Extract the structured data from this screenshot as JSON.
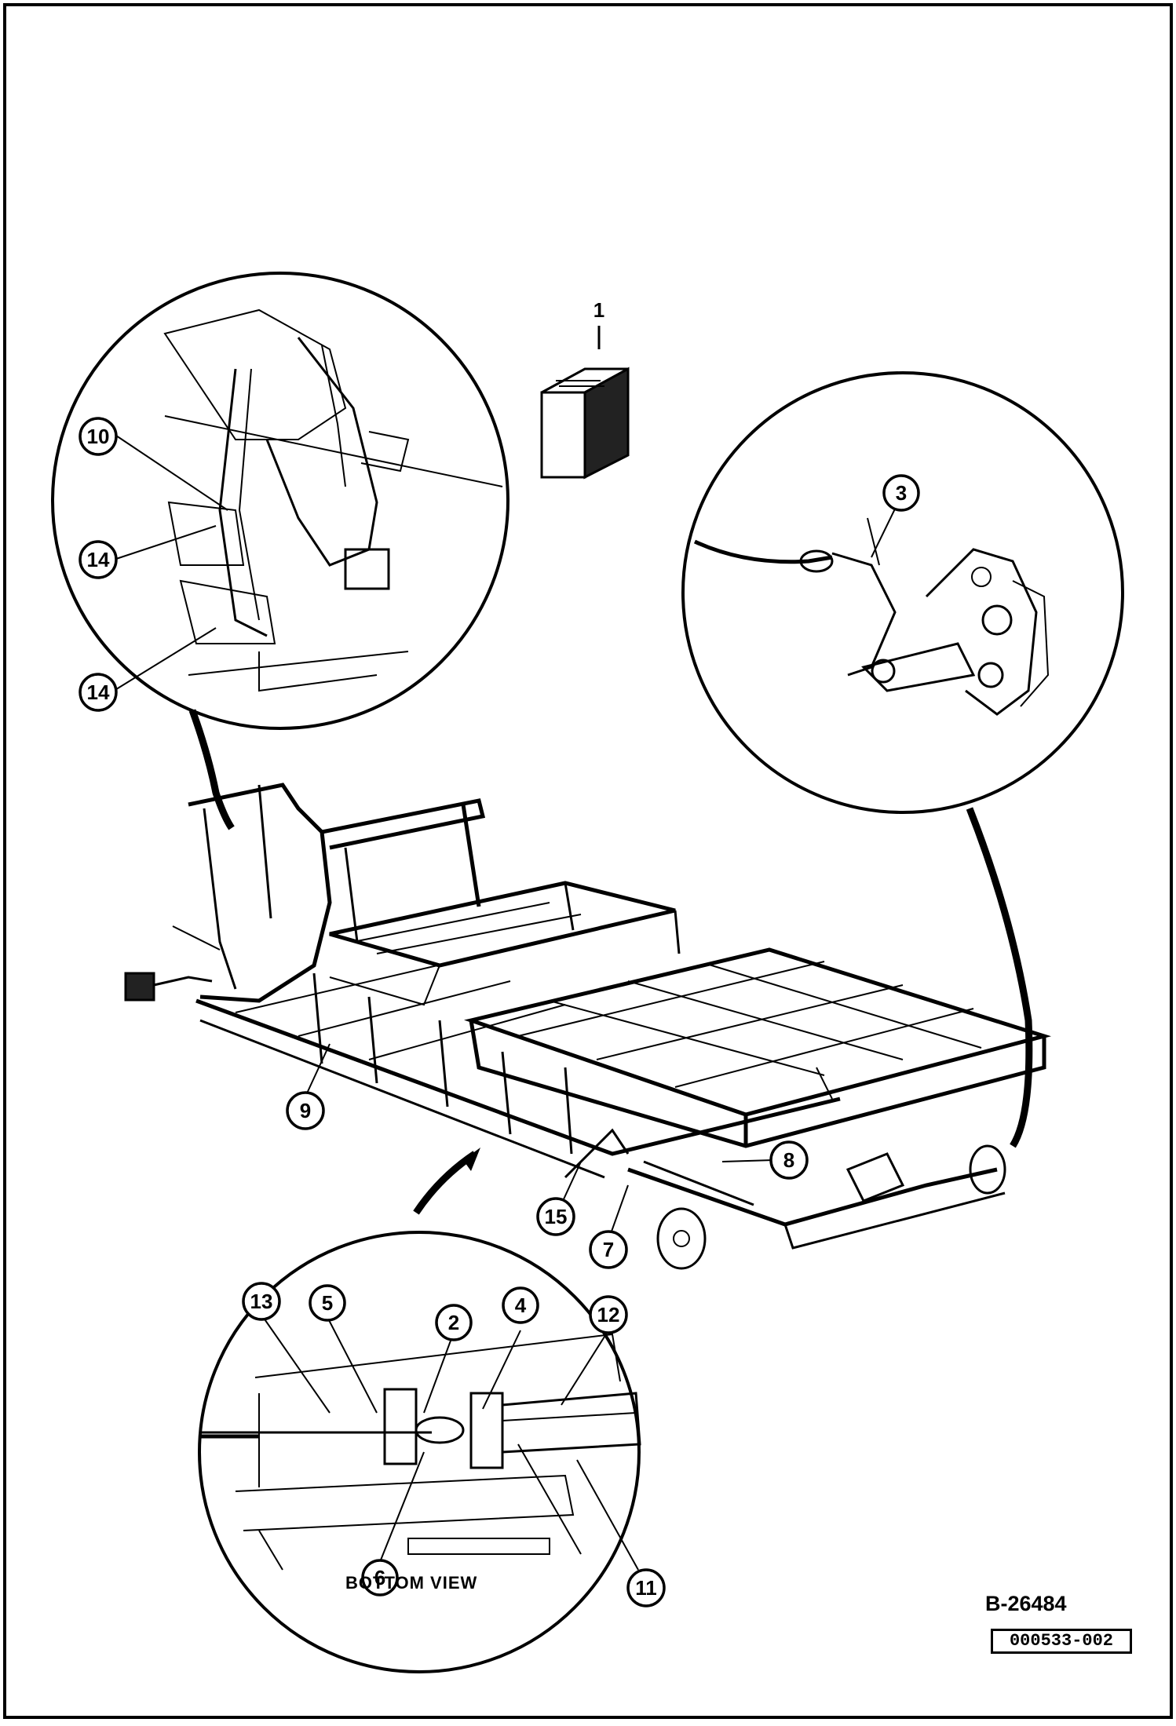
{
  "figure": {
    "id": "B-26484",
    "part_code": "000533-002",
    "bottom_view_label": "BOTTOM VIEW"
  },
  "callouts": [
    {
      "number": "1"
    },
    {
      "number": "2"
    },
    {
      "number": "3"
    },
    {
      "number": "4"
    },
    {
      "number": "5"
    },
    {
      "number": "6"
    },
    {
      "number": "7"
    },
    {
      "number": "8"
    },
    {
      "number": "9"
    },
    {
      "number": "10"
    },
    {
      "number": "11"
    },
    {
      "number": "12"
    },
    {
      "number": "13"
    },
    {
      "number": "14"
    },
    {
      "number": "14"
    },
    {
      "number": "15"
    }
  ],
  "colors": {
    "ink": "#000000",
    "paper": "#ffffff"
  }
}
